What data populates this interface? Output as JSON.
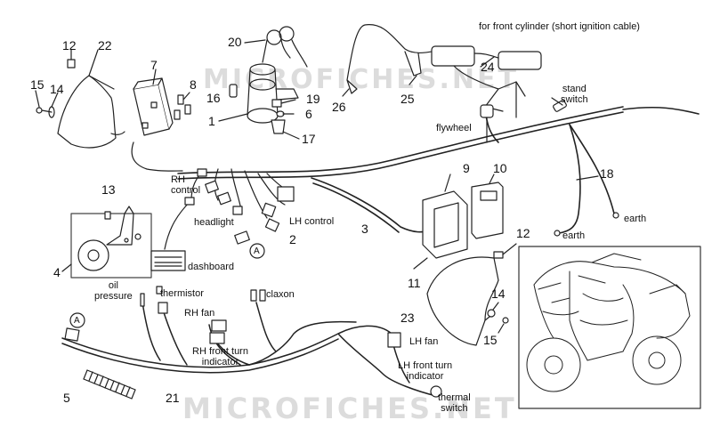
{
  "watermark": "MICROFICHES.NET",
  "part_numbers": {
    "n1": "1",
    "n2": "2",
    "n3": "3",
    "n4": "4",
    "n5": "5",
    "n6": "6",
    "n7": "7",
    "n8": "8",
    "n9": "9",
    "n10": "10",
    "n11": "11",
    "n12": "12",
    "n12b": "12",
    "n13": "13",
    "n14": "14",
    "n14b": "14",
    "n15": "15",
    "n15b": "15",
    "n16": "16",
    "n17": "17",
    "n18": "18",
    "n19": "19",
    "n20": "20",
    "n21": "21",
    "n22": "22",
    "n23": "23",
    "n24": "24",
    "n25": "25",
    "n26": "26"
  },
  "labels": {
    "front_cylinder": "for front cylinder (short ignition cable)",
    "stand_switch": "stand\nswitch",
    "flywheel": "flywheel",
    "rh_control": "RH\ncontrol",
    "headlight": "headlight",
    "lh_control": "LH control",
    "dashboard": "dashboard",
    "earth_1": "earth",
    "earth_2": "earth",
    "oil_pressure": "oil\npressure",
    "thermistor": "thermistor",
    "claxon": "claxon",
    "rh_fan": "RH fan",
    "rh_front_turn": "RH front turn\nindicator",
    "lh_fan": "LH fan",
    "lh_front_turn": "LH front turn\nindicator",
    "thermal_switch": "thermal\nswitch",
    "ref_a1": "A",
    "ref_a2": "A"
  }
}
